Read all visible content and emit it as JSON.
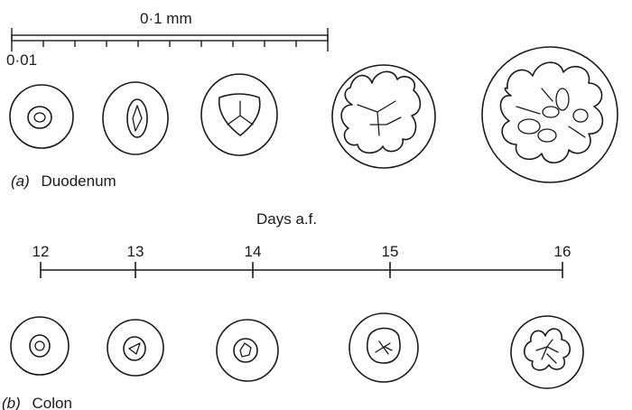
{
  "scale_bar": {
    "major_label": "0·1 mm",
    "minor_label": "0·01"
  },
  "panel_a": {
    "letter": "(a)",
    "name": "Duodenum"
  },
  "timeline": {
    "title": "Days a.f.",
    "days": [
      "12",
      "13",
      "14",
      "15",
      "16"
    ]
  },
  "panel_b": {
    "letter": "(b)",
    "name": "Colon"
  }
}
